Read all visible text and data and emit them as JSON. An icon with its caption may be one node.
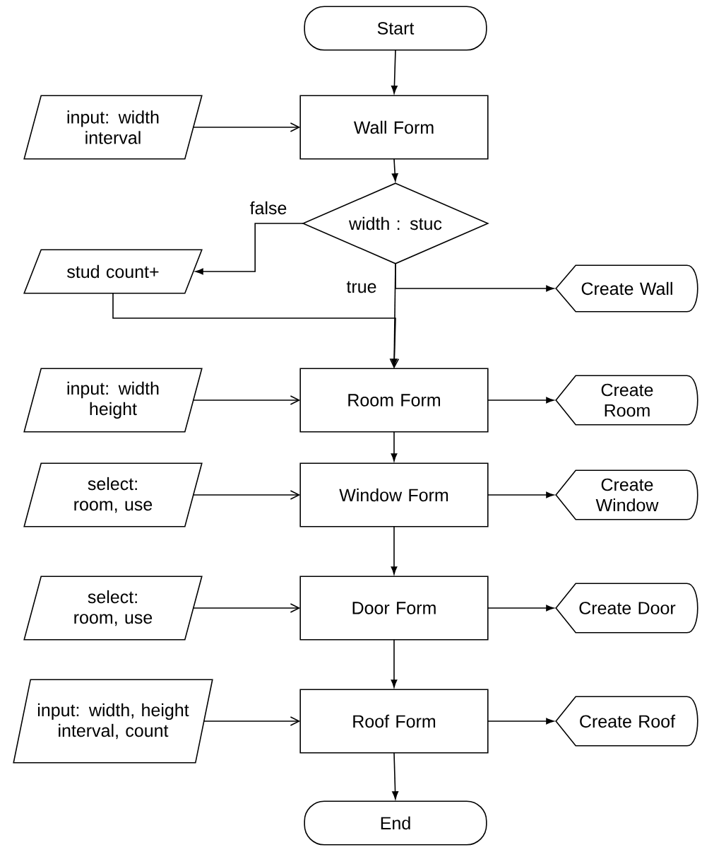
{
  "diagram": {
    "nodes": [
      {
        "text": [
          "Start"
        ]
      },
      {
        "text": [
          "input: width interval"
        ]
      },
      {
        "text": [
          "Wall Form"
        ]
      },
      {
        "text": [
          "width : stuc"
        ]
      },
      {
        "text": [
          "stud count+"
        ]
      },
      {
        "text": [
          "Create Wall"
        ]
      },
      {
        "text": [
          "input: width height"
        ]
      },
      {
        "text": [
          "Room Form"
        ]
      },
      {
        "text": [
          "Create Room"
        ]
      },
      {
        "text": [
          "select: room, use"
        ]
      },
      {
        "text": [
          "Window Form"
        ]
      },
      {
        "text": [
          "Create Window"
        ]
      },
      {
        "text": [
          "select: room, use"
        ]
      },
      {
        "text": [
          "Door Form"
        ]
      },
      {
        "text": [
          "Create Door"
        ]
      },
      {
        "text": [
          "input: width, height interval, count"
        ]
      },
      {
        "text": [
          "Roof Form"
        ]
      },
      {
        "text": [
          "Create Roof"
        ]
      },
      {
        "text": [
          "End"
        ]
      }
    ],
    "edges": [
      {
        "from": 0,
        "to": 2,
        "arrow": "to"
      },
      {
        "from": 1,
        "to": 2,
        "arrow": "to"
      },
      {
        "from": 2,
        "to": 3,
        "arrow": "to"
      },
      {
        "from": 3,
        "to": 4,
        "arrow": "to",
        "label": "false"
      },
      {
        "from": 3,
        "to": 7,
        "arrow": "to",
        "label": "true"
      },
      {
        "from": 3,
        "to": 5,
        "arrow": "to"
      },
      {
        "from": 4,
        "to": 7,
        "arrow": "to"
      },
      {
        "from": 6,
        "to": 7,
        "arrow": "to"
      },
      {
        "from": 7,
        "to": 8,
        "arrow": "to"
      },
      {
        "from": 7,
        "to": 10,
        "arrow": "to"
      },
      {
        "from": 9,
        "to": 10,
        "arrow": "to"
      },
      {
        "from": 10,
        "to": 11,
        "arrow": "to"
      },
      {
        "from": 10,
        "to": 13,
        "arrow": "to"
      },
      {
        "from": 12,
        "to": 13,
        "arrow": "to"
      },
      {
        "from": 13,
        "to": 14,
        "arrow": "to"
      },
      {
        "from": 13,
        "to": 16,
        "arrow": "to"
      },
      {
        "from": 15,
        "to": 16,
        "arrow": "to"
      },
      {
        "from": 16,
        "to": 17,
        "arrow": "to"
      },
      {
        "from": 16,
        "to": 18,
        "arrow": "to"
      }
    ]
  }
}
